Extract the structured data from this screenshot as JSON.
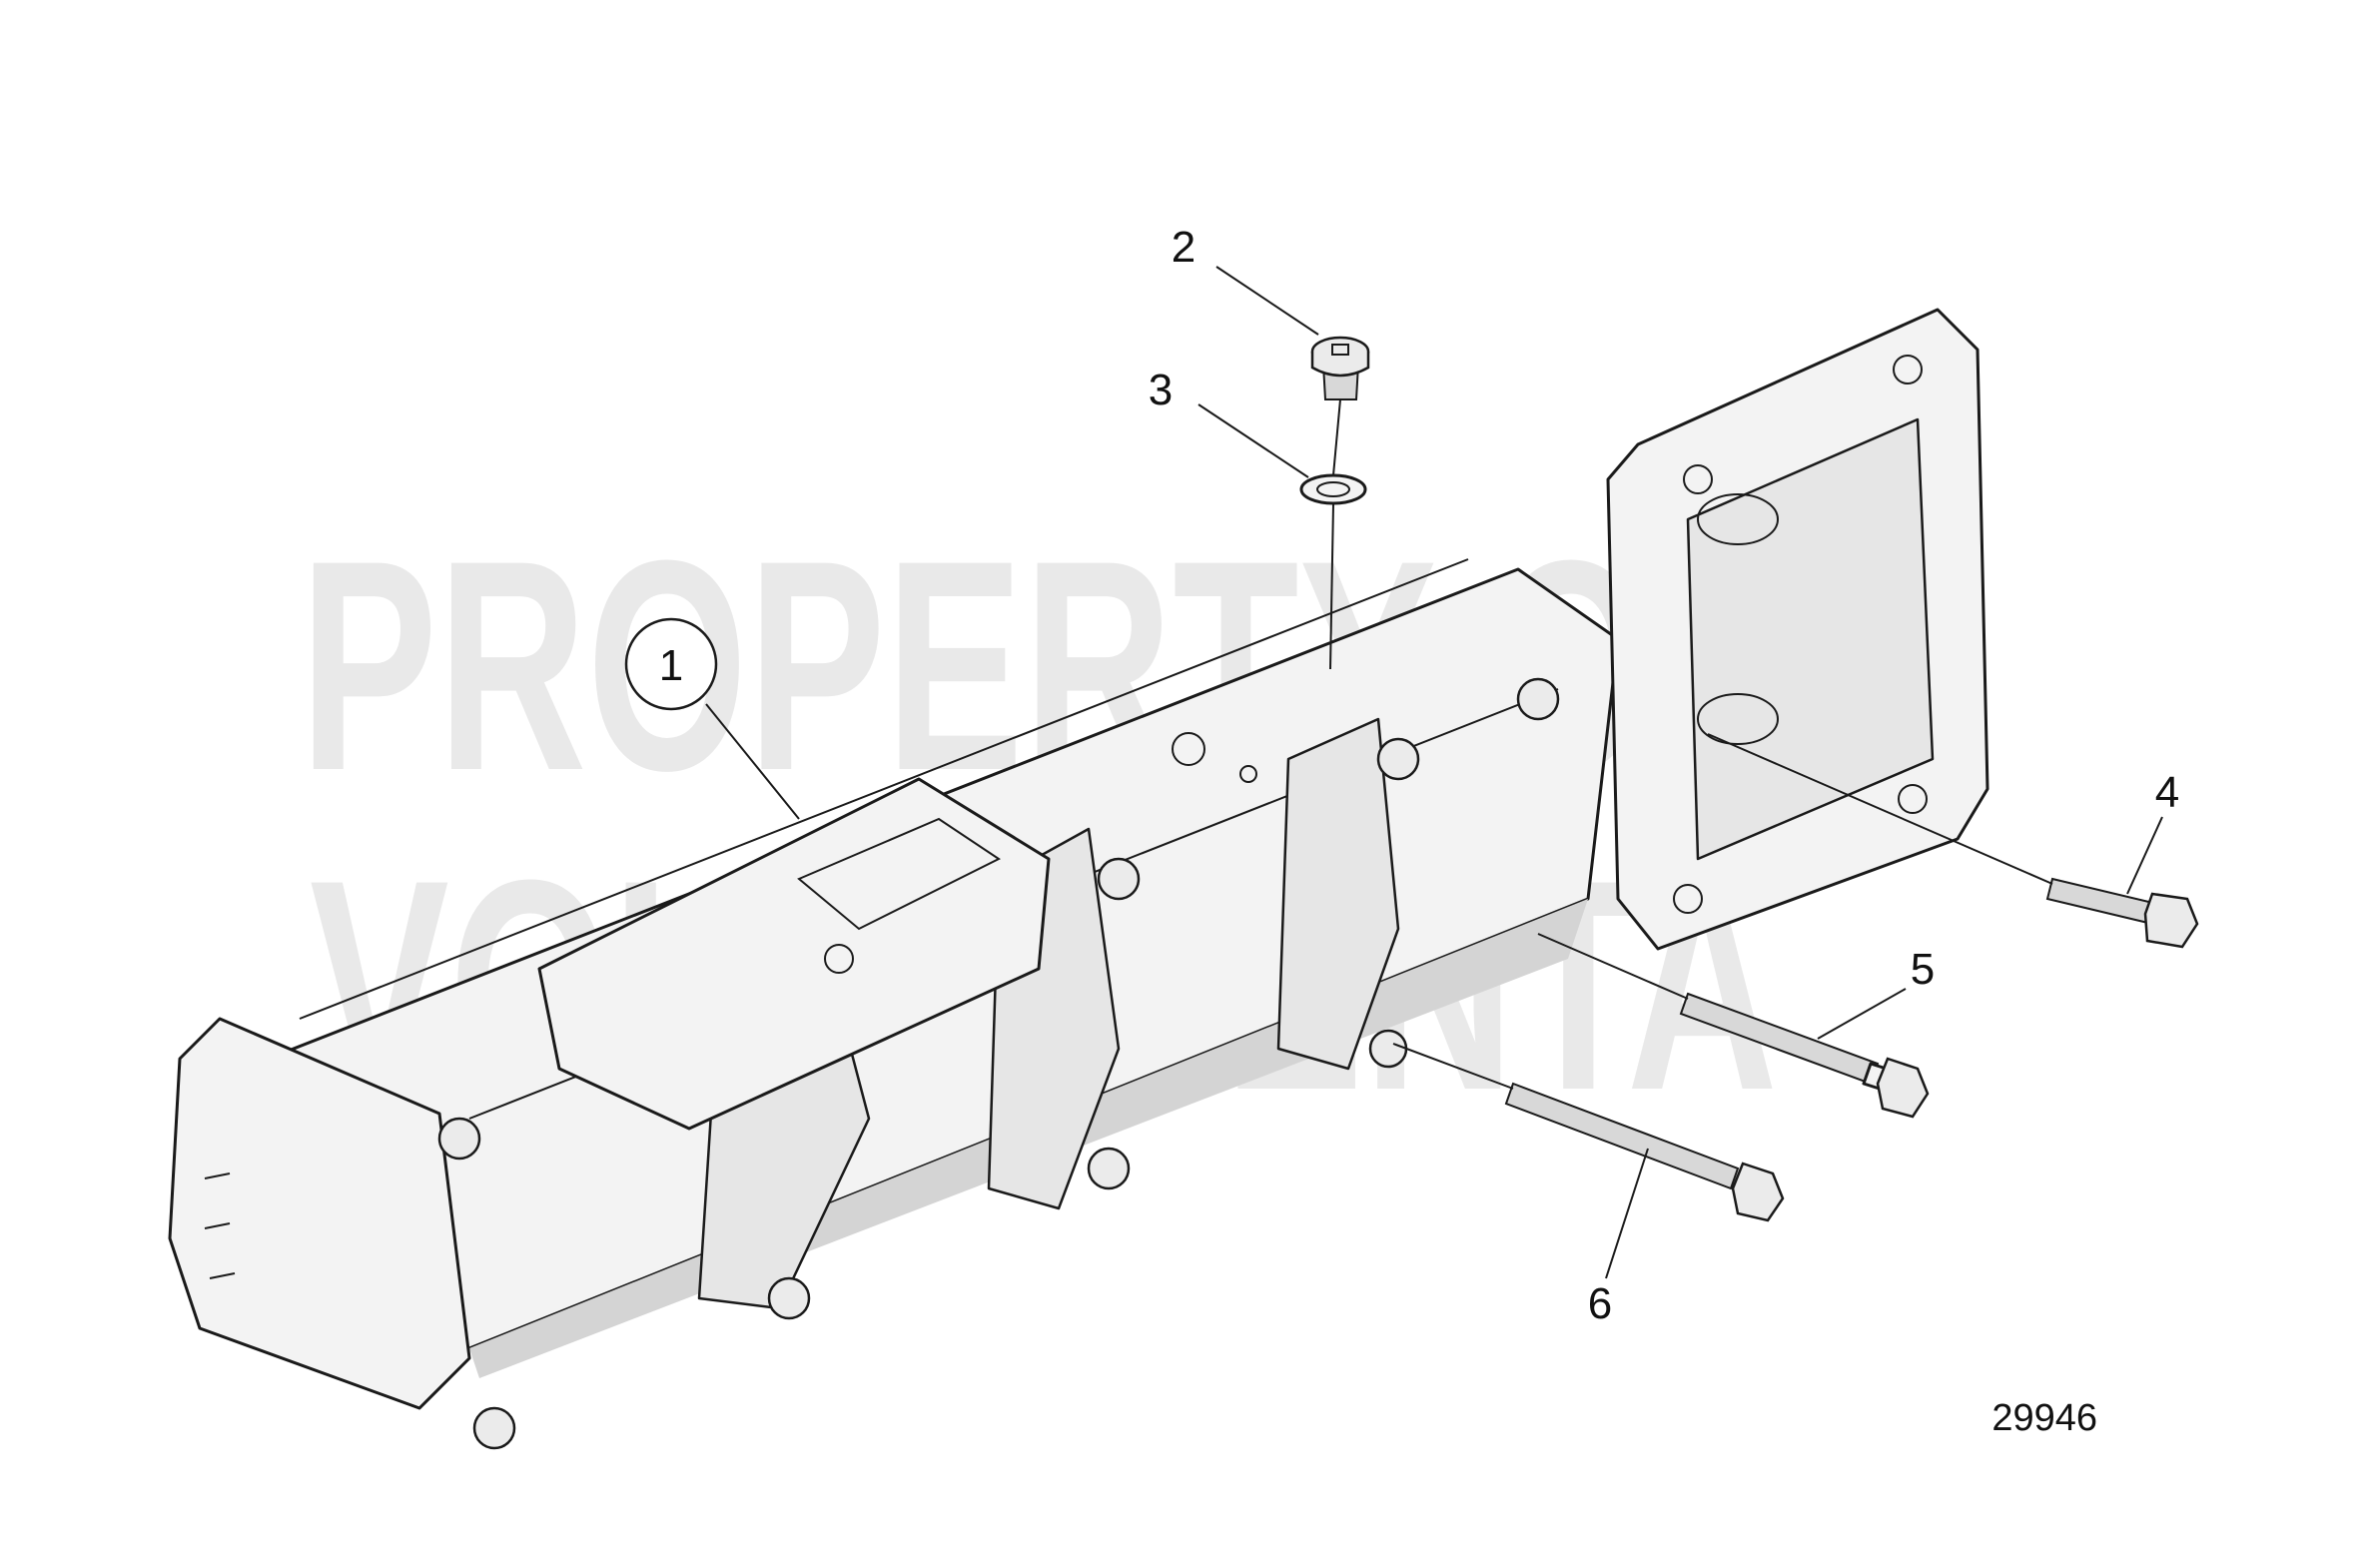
{
  "watermark": {
    "line1": "PROPERTY OF",
    "line2": "VOLVO PENTA"
  },
  "callouts": [
    {
      "label": "1",
      "circled": true
    },
    {
      "label": "2",
      "circled": false
    },
    {
      "label": "3",
      "circled": false
    },
    {
      "label": "4",
      "circled": false
    },
    {
      "label": "5",
      "circled": false
    },
    {
      "label": "6",
      "circled": false
    }
  ],
  "figure_number": "29946"
}
